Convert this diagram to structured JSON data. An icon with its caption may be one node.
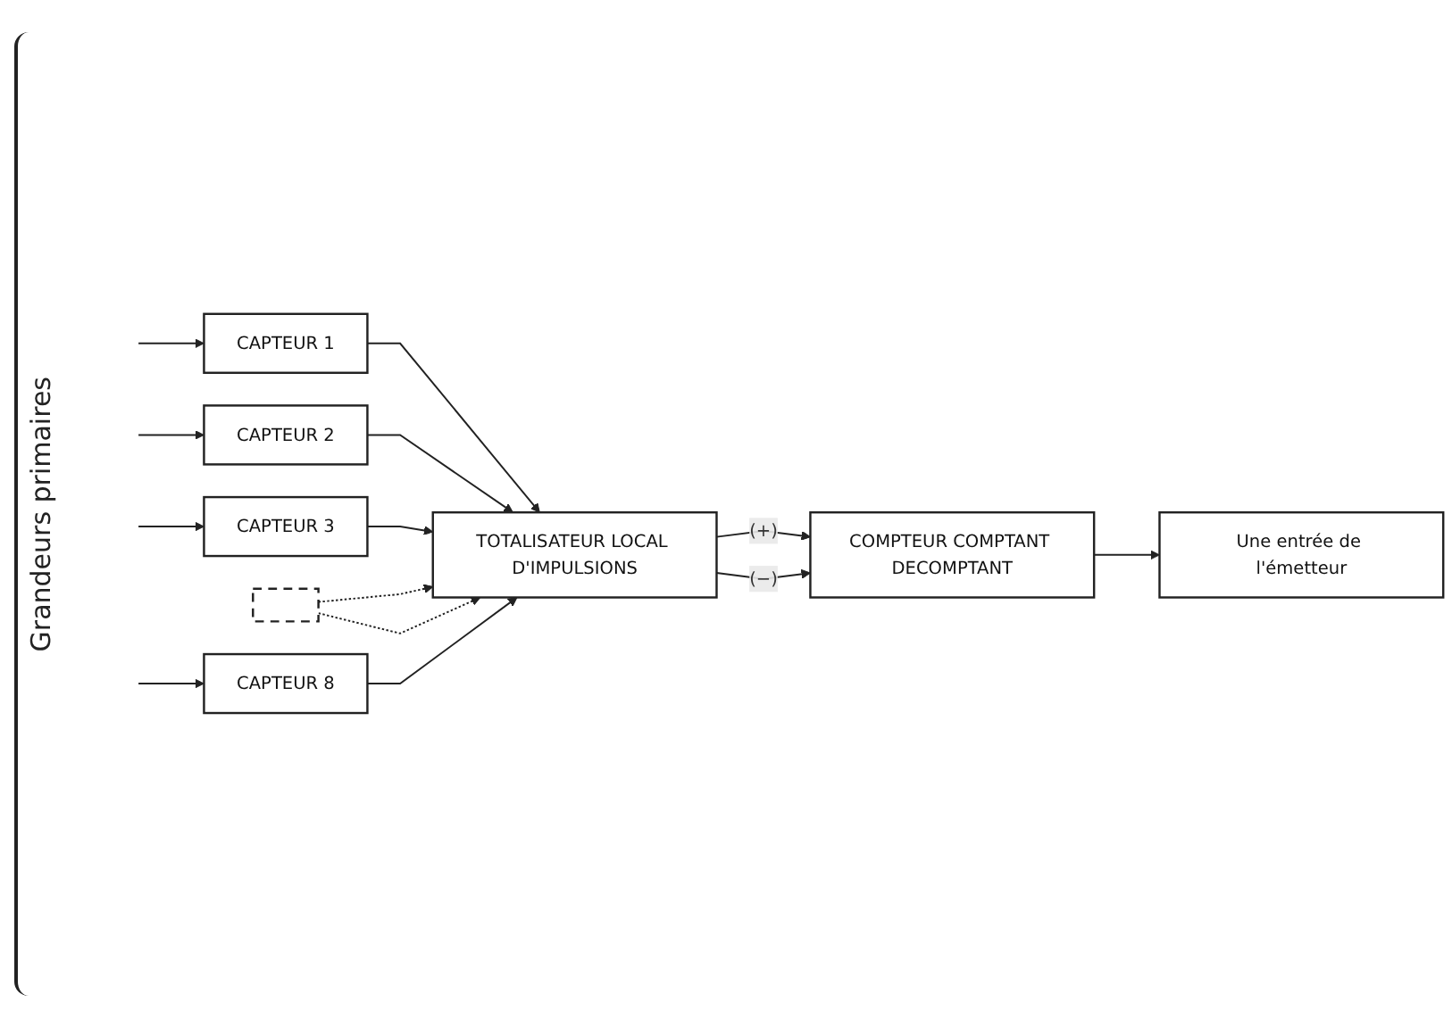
{
  "diagram": {
    "nodes": [
      {
        "text": [
          "CAPTEUR 1"
        ]
      },
      {
        "text": [
          "CAPTEUR 2"
        ]
      },
      {
        "text": [
          "CAPTEUR 3"
        ]
      },
      {
        "text": [],
        "shape": "box"
      },
      {
        "text": [
          "CAPTEUR 8"
        ]
      },
      {
        "text": [
          "TOTALISATEUR LOCAL D'IMPULSIONS"
        ]
      },
      {
        "text": [
          "COMPTEUR COMPTANT DECOMPTANT"
        ]
      },
      {
        "text": [
          "Une entrée de l'émetteur"
        ]
      }
    ],
    "edges": [
      {
        "from": null,
        "to": 0,
        "arrow": "to"
      },
      {
        "from": null,
        "to": 1,
        "arrow": "to"
      },
      {
        "from": null,
        "to": 2,
        "arrow": "to"
      },
      {
        "from": null,
        "to": 4,
        "arrow": "to"
      },
      {
        "from": 0,
        "to": 5,
        "arrow": "to"
      },
      {
        "from": 1,
        "to": 5,
        "arrow": "to"
      },
      {
        "from": 2,
        "to": 5,
        "arrow": "to"
      },
      {
        "from": 3,
        "to": 5,
        "arrow": "to",
        "style": "dashed"
      },
      {
        "from": 3,
        "to": 5,
        "arrow": "to",
        "style": "dashed"
      },
      {
        "from": 4,
        "to": 5,
        "arrow": "to"
      },
      {
        "from": 5,
        "to": 6,
        "label": "(+)",
        "arrow": "to"
      },
      {
        "from": 5,
        "to": 6,
        "label": "(−)",
        "arrow": "to"
      },
      {
        "from": 6,
        "to": 7,
        "arrow": "to"
      }
    ],
    "labels": [
      "Grandeurs primaires"
    ]
  }
}
